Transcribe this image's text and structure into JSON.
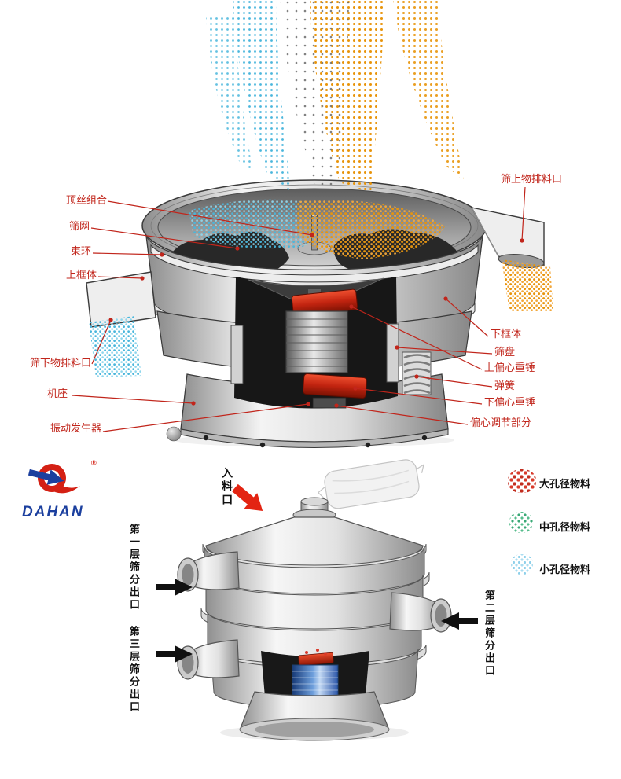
{
  "page": {
    "background": "#ffffff"
  },
  "top_diagram": {
    "label_color": "#c1251b",
    "particle_colors": {
      "coarse": "#e8940a",
      "fine": "#49b6dc",
      "dark": "#6b6b6b"
    },
    "left_labels": [
      {
        "text": "顶丝组合"
      },
      {
        "text": "筛网"
      },
      {
        "text": "束环"
      },
      {
        "text": "上框体"
      },
      {
        "text": "筛下物排料口"
      },
      {
        "text": "机座"
      },
      {
        "text": "振动发生器"
      }
    ],
    "right_labels": [
      {
        "text": "筛上物排料口"
      },
      {
        "text": "下框体"
      },
      {
        "text": "筛盘"
      },
      {
        "text": "上偏心重锤"
      },
      {
        "text": "弹簧"
      },
      {
        "text": "下偏心重锤"
      },
      {
        "text": "偏心调节部分"
      }
    ]
  },
  "bottom_diagram": {
    "logo": {
      "text": "DAHAN",
      "reg": "®",
      "text_color": "#1b3f9e",
      "emblem_red": "#d42014"
    },
    "inlet_label": "入料口",
    "outlets": {
      "left_top": "第一层筛分出口",
      "left_bottom": "第三层筛分出口",
      "right": "第二层筛分出口"
    },
    "legend": [
      {
        "label": "大孔径物料",
        "color": "#d93a2b"
      },
      {
        "label": "中孔径物料",
        "color": "#3aa876"
      },
      {
        "label": "小孔径物料",
        "color": "#8ed0ea"
      }
    ]
  }
}
